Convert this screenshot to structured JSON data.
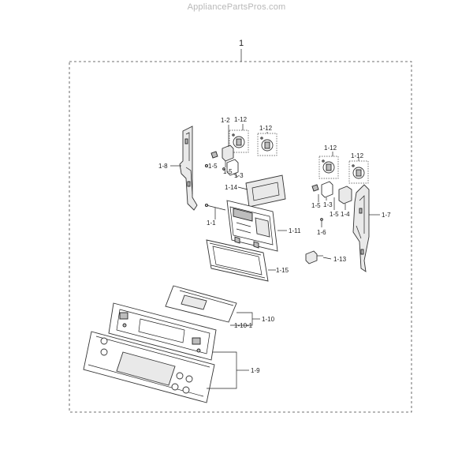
{
  "watermark": "AppliancePartsPros.com",
  "assembly_label": "1",
  "callouts": {
    "c1_2": "1-2",
    "c1_12a": "1-12",
    "c1_12b": "1-12",
    "c1_12c": "1-12",
    "c1_12d": "1-12",
    "c1_8": "1-8",
    "c1_5a": "1-5",
    "c1_5b": "1-5",
    "c1_5c": "1-5",
    "c1_5d": "1-5",
    "c1_3a": "1-3",
    "c1_3b": "1-3",
    "c1_14": "1-14",
    "c1_1": "1-1",
    "c1_11": "1-11",
    "c1_4": "1-4",
    "c1_6": "1-6",
    "c1_7": "1-7",
    "c1_13": "1-13",
    "c1_15": "1-15",
    "c1_10": "1-10",
    "c1_10_1": "1-10-1",
    "c1_9": "1-9"
  }
}
